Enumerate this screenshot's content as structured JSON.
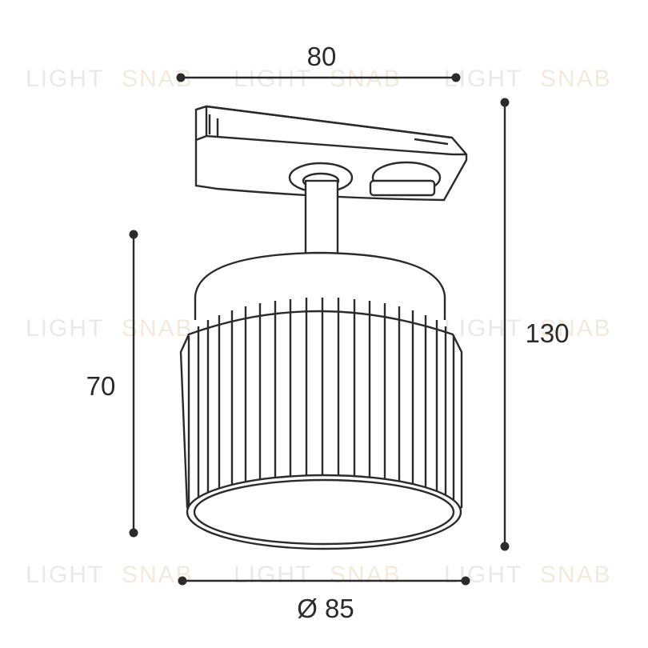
{
  "dimensions": {
    "width_top": "80",
    "height_total": "130",
    "height_shade": "70",
    "diameter_bottom": "Ø 85"
  },
  "watermark": {
    "word_a": "LIGHT",
    "word_b": "SNAB"
  },
  "colors": {
    "line": "#2b2b2b",
    "watermark_gray": "#e9e9e9",
    "watermark_tan": "#f2eadb"
  }
}
